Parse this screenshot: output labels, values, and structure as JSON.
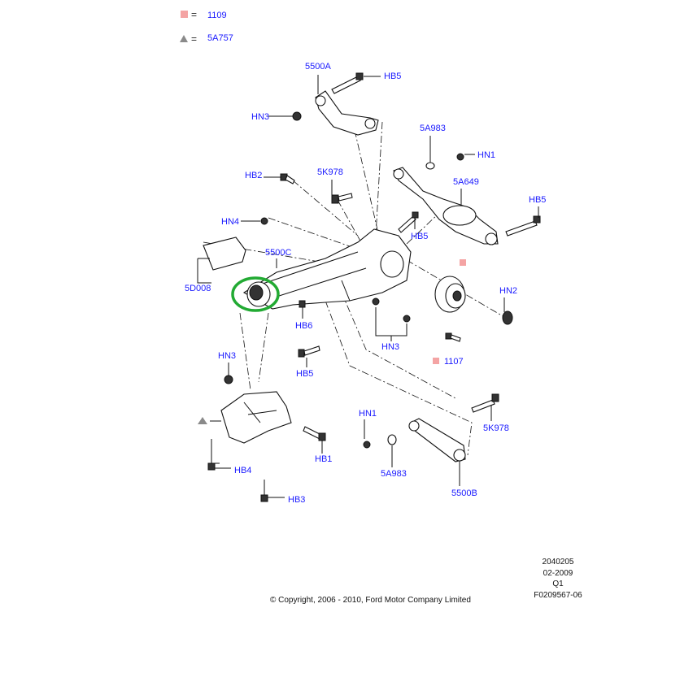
{
  "legend": [
    {
      "symbol": "pink-square",
      "equals": "=",
      "code": "1109",
      "color": "#f4a4a4"
    },
    {
      "symbol": "grey-triangle",
      "equals": "=",
      "code": "5A757",
      "color": "#8a8a8a"
    }
  ],
  "callouts": {
    "c5500A": "5500A",
    "hb5_top": "HB5",
    "hn3_top": "HN3",
    "c5A983_top": "5A983",
    "hn1_top": "HN1",
    "hb2": "HB2",
    "c5K978_top": "5K978",
    "c5A649": "5A649",
    "hb5_right": "HB5",
    "hn4": "HN4",
    "hb5_mid": "HB5",
    "c5500C": "5500C",
    "c5D008": "5D008",
    "hn2": "HN2",
    "hb6": "HB6",
    "hn3_mid": "HN3",
    "c1107": "1107",
    "hb5_low": "HB5",
    "hn3_left": "HN3",
    "hn1_low": "HN1",
    "c5K978_low": "5K978",
    "hb1": "HB1",
    "c5A983_low": "5A983",
    "hb4": "HB4",
    "c5500B": "5500B",
    "hb3": "HB3"
  },
  "highlight_color": "#22aa33",
  "footer": {
    "code1": "2040205",
    "date": "02-2009",
    "q": "Q1",
    "figure": "F0209567-06",
    "copyright": "© Copyright, 2006 - 2010, Ford Motor Company Limited"
  }
}
